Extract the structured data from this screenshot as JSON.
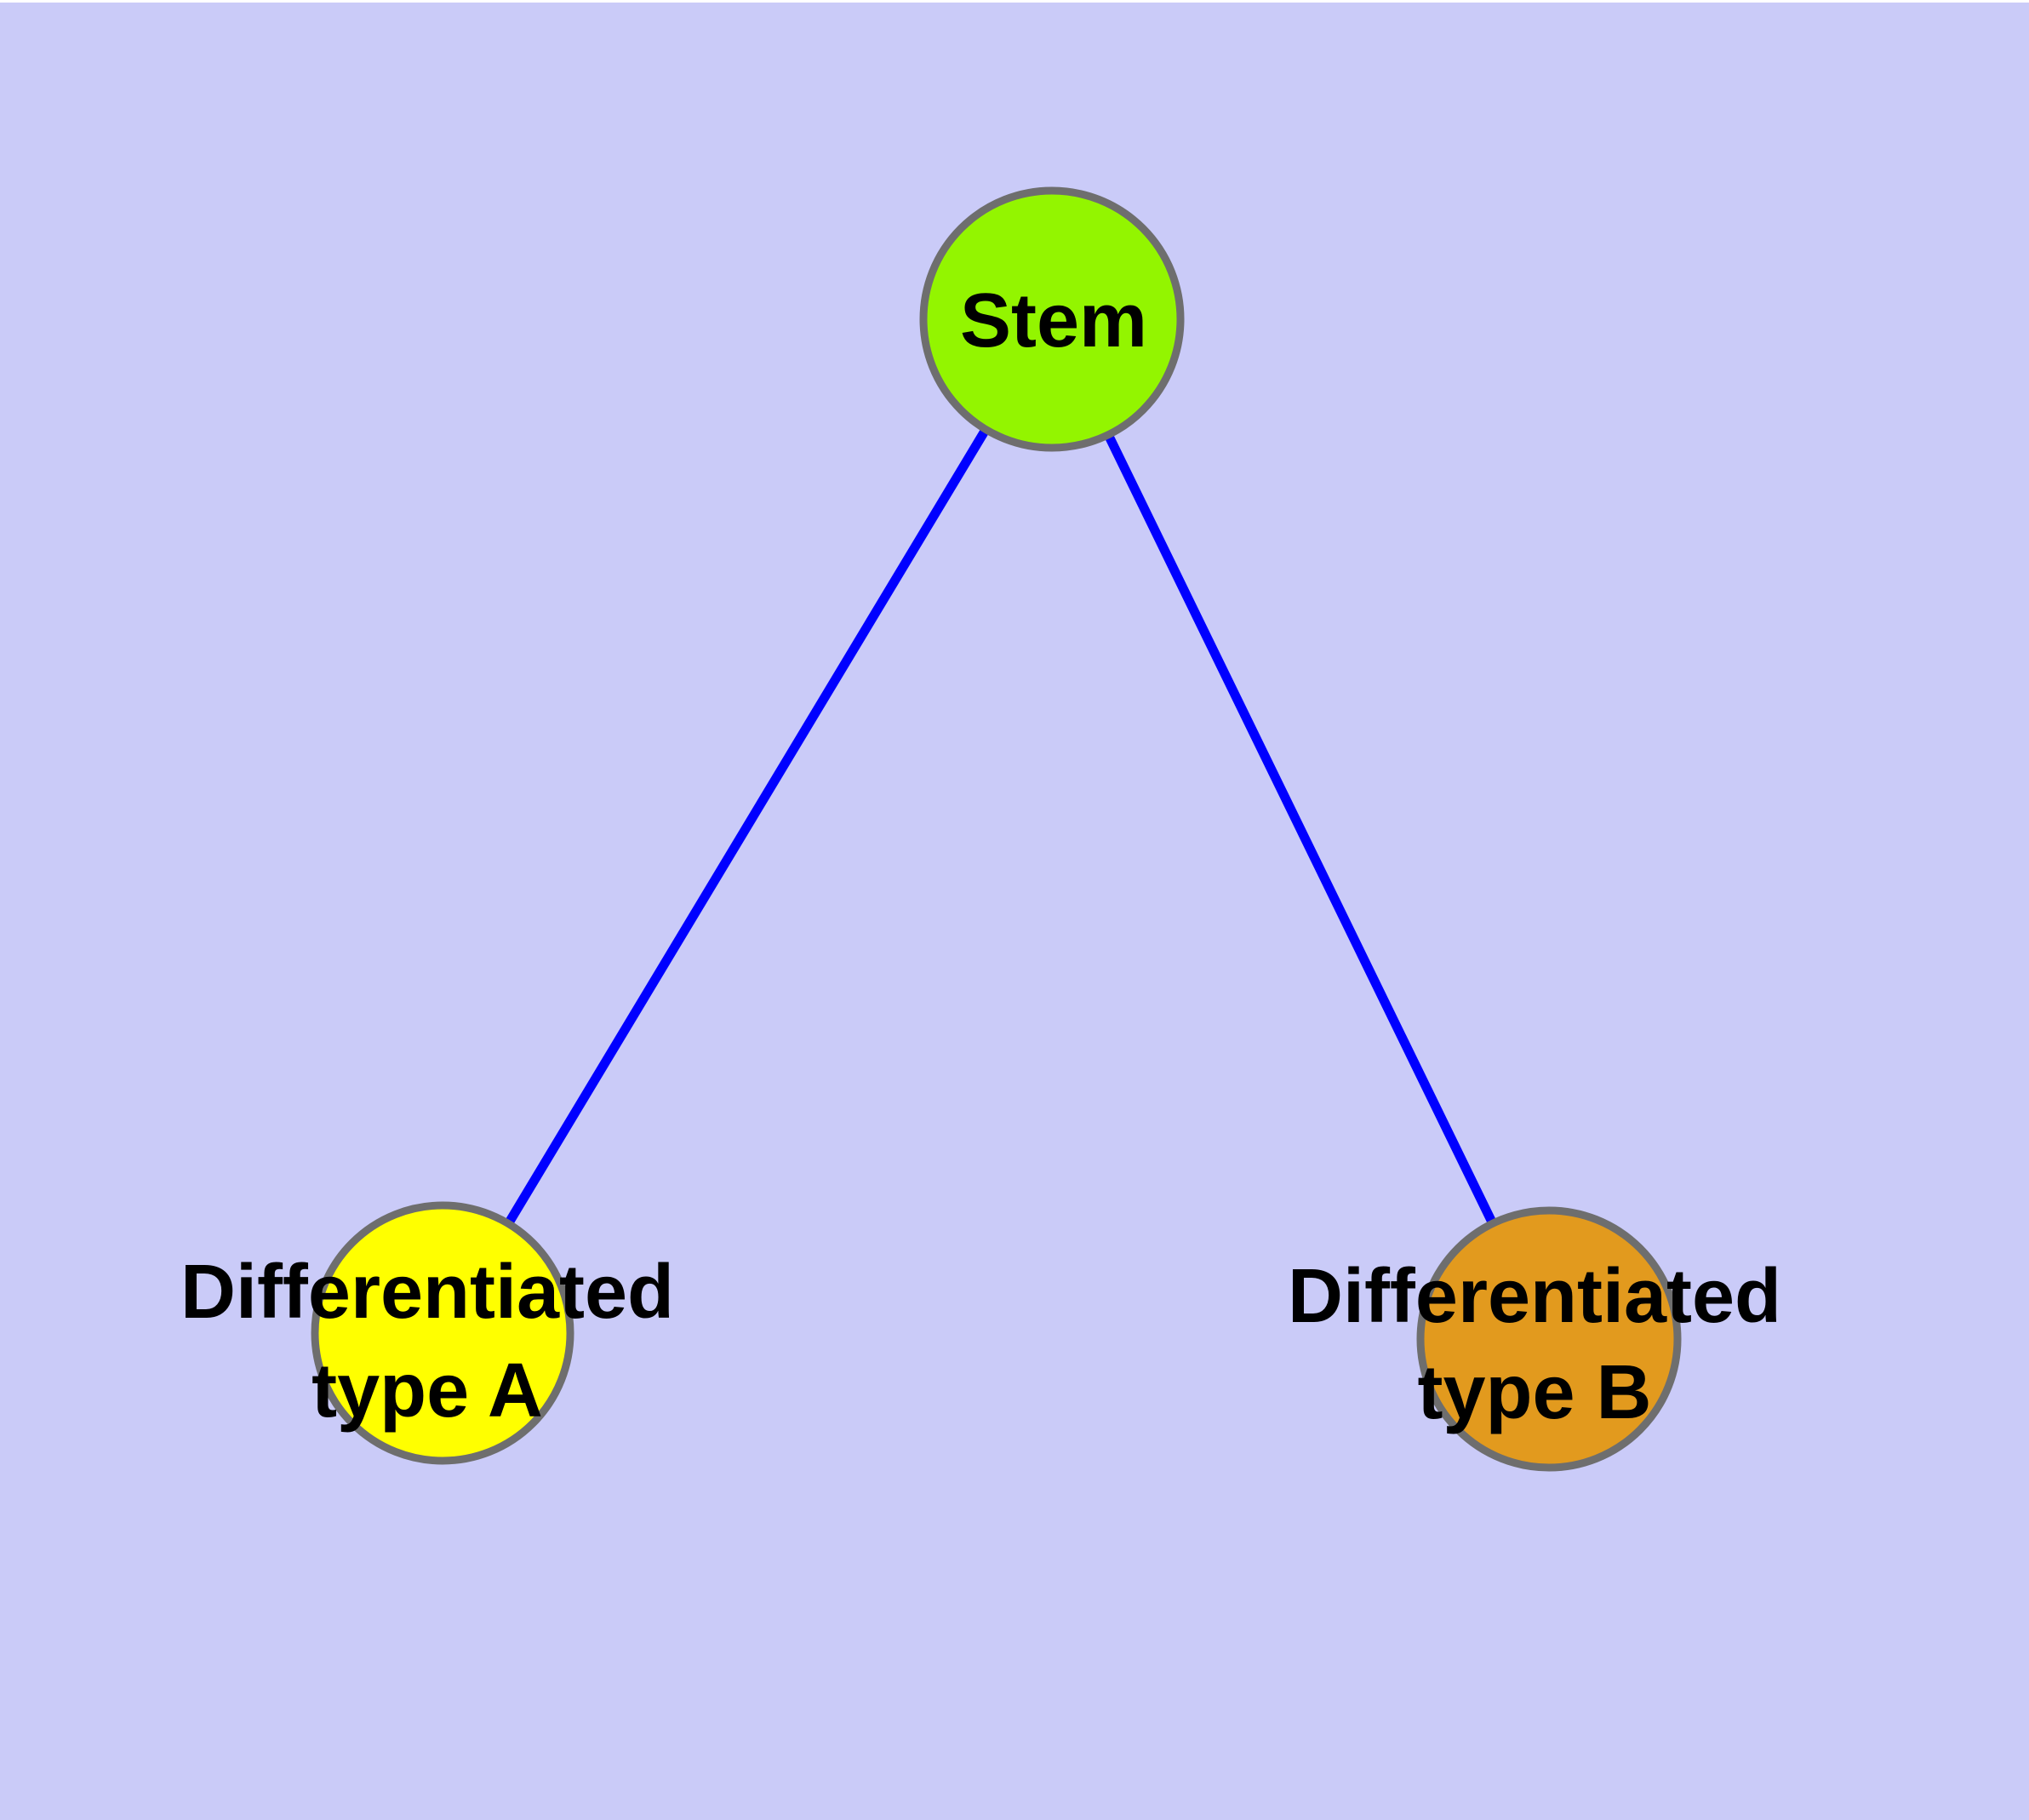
{
  "diagram": {
    "type": "node-link graph",
    "description": "Cell differentiation hierarchy: one stem node linked to two differentiated cell type nodes"
  },
  "colors": {
    "background": "#cacbf8",
    "top_margin": "#ffffff",
    "edge": "#0000ff",
    "node_border": "#6e6e6e",
    "label_text": "#000000"
  },
  "nodes": {
    "stem": {
      "label": "Stem",
      "color": "#93f500"
    },
    "type_a": {
      "label_lines": [
        "Differentiated",
        "type A"
      ],
      "color": "#ffff00"
    },
    "type_b": {
      "label_lines": [
        "Differentiated",
        "type B"
      ],
      "color": "#e29a1e"
    }
  },
  "edges": [
    {
      "from": "Stem",
      "to": "Differentiated type A"
    },
    {
      "from": "Stem",
      "to": "Differentiated type B"
    }
  ]
}
